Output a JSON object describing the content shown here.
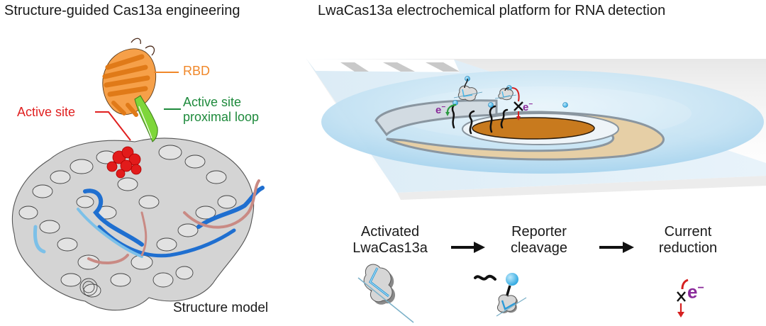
{
  "left_panel": {
    "title": "Structure-guided Cas13a engineering",
    "labels": {
      "rbd": "RBD",
      "active_site": "Active site",
      "proximal_loop_line1": "Active site",
      "proximal_loop_line2": "proximal loop",
      "structure_model": "Structure model"
    },
    "colors": {
      "rbd": "#f0882a",
      "active_site": "#e02020",
      "proximal_loop": "#1e8a3c",
      "loop_fill": "#7ed63a",
      "protein": "#cfcfcf",
      "rna_dark_blue": "#1f6fd0",
      "rna_light_blue": "#7cc0e8",
      "rna_pink": "#c98a84"
    }
  },
  "right_panel": {
    "title": "LwaCas13a electrochemical platform for RNA detection",
    "electron_label": "e",
    "electron_sup": "−",
    "steps": [
      {
        "line1": "Activated",
        "line2": "LwaCas13a"
      },
      {
        "line1": "Reporter",
        "line2": "cleavage"
      },
      {
        "line1": "Current",
        "line2": "reduction"
      }
    ],
    "colors": {
      "electron": "#8a2a9a",
      "green_arrow": "#2a9a40",
      "red_arrow": "#d62020",
      "droplet": "#bfe0f2",
      "electrode_gold": "#c87a1e",
      "electrode_tan": "#e6cfa6",
      "reporter_bead": "#4ab8ea"
    }
  }
}
